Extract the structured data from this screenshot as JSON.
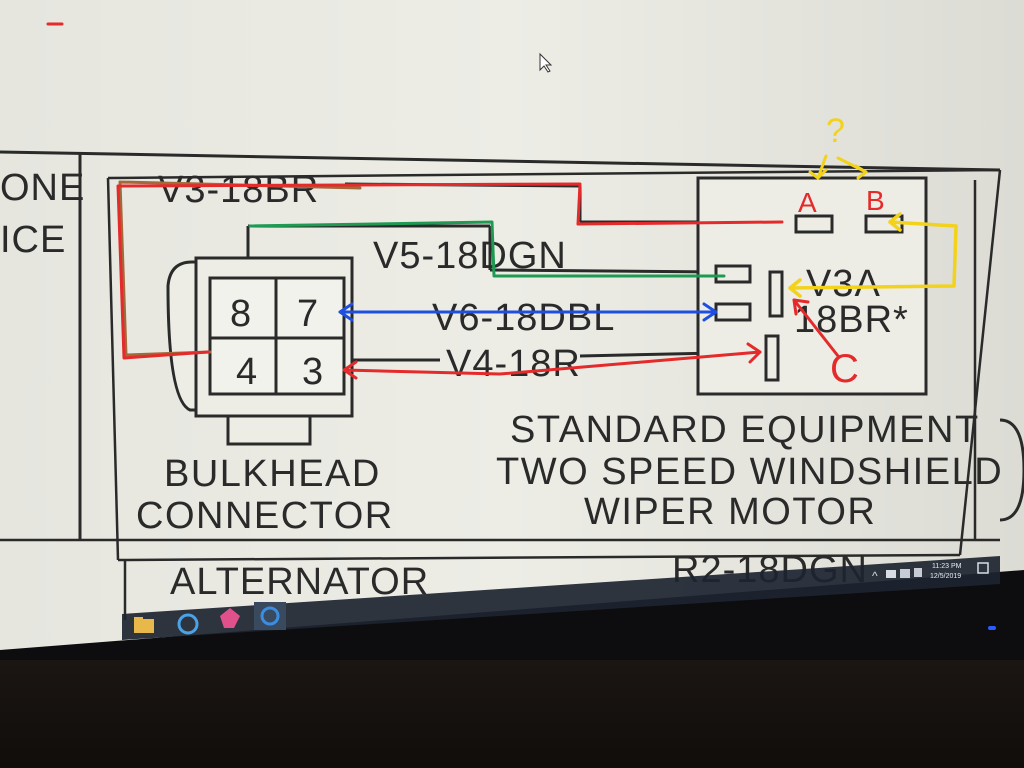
{
  "diagram": {
    "left_labels": [
      "ONE",
      "ICE"
    ],
    "wires": {
      "top": "V3-18BR",
      "green": "V5-18DGN",
      "blue": "V6-18DBL",
      "red": "V4-18R"
    },
    "motor_label_1": "V3A",
    "motor_label_2": "18BR*",
    "pins": [
      "8",
      "7",
      "4",
      "3"
    ],
    "connector_caption": [
      "BULKHEAD",
      "CONNECTOR"
    ],
    "motor_caption": [
      "STANDARD EQUIPMENT",
      "TWO SPEED WINDSHIELD",
      "WIPER MOTOR"
    ],
    "bottom_left": "ALTERNATOR",
    "bottom_right": "R2-18DGN"
  },
  "annotations": {
    "question": "?",
    "a": "A",
    "b": "B",
    "c": "C"
  },
  "taskbar": {
    "time": "11:23 PM",
    "date": "12/5/2019",
    "apps": [
      "file-explorer",
      "internet-explorer",
      "paint",
      "edge"
    ]
  },
  "colors": {
    "ink": "#2a2a2a",
    "paper": "#e9e9e2",
    "annot_red": "#e42a2a",
    "annot_brown": "#a06a3a",
    "annot_green": "#1f9a52",
    "annot_blue": "#1f4fe0",
    "annot_yellow": "#f2d21a"
  }
}
